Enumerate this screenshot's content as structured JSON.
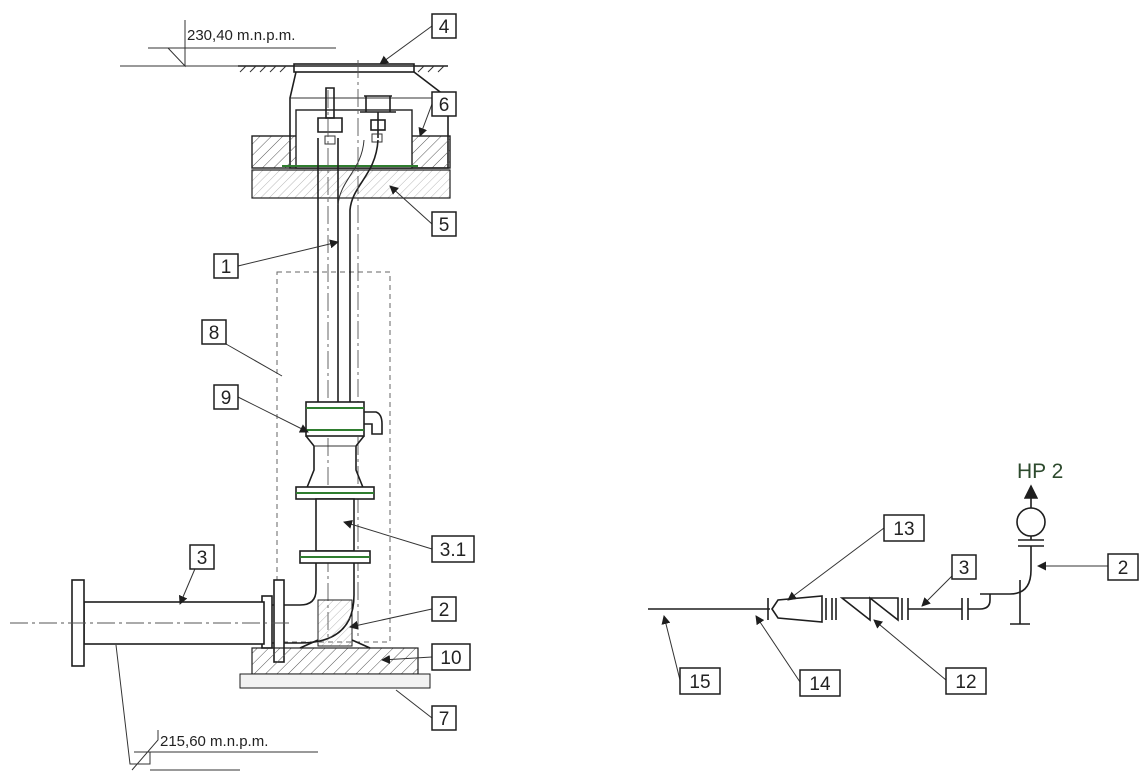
{
  "elevations": {
    "top": "230,40 m.n.p.m.",
    "bottom": "215,60 m.n.p.m."
  },
  "pump_label": "HP 2",
  "labels": {
    "l1": "1",
    "l2": "2",
    "l3": "3",
    "l3_1": "3.1",
    "l4": "4",
    "l5": "5",
    "l6": "6",
    "l7": "7",
    "l8": "8",
    "l9": "9",
    "l10": "10",
    "r2": "2",
    "r3": "3",
    "r12": "12",
    "r13": "13",
    "r14": "14",
    "r15": "15"
  },
  "colors": {
    "line": "#1e1e1e",
    "accent_green": "#2f7d2f",
    "concrete_outline": "#666666"
  }
}
